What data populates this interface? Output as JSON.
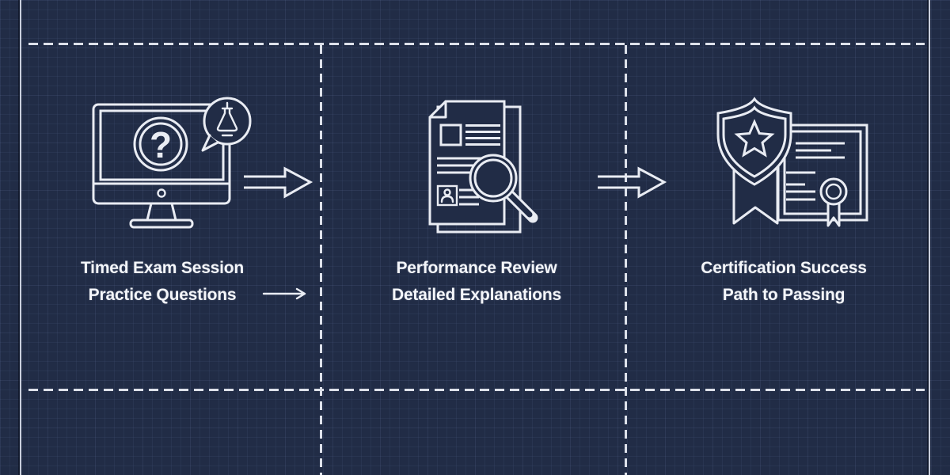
{
  "theme": {
    "background": "#212c46",
    "line_color": "#e9ecf3",
    "dash_color": "#dde1ea",
    "text_color": "#f4f6fa",
    "frame_line_color": "#c9cfdd"
  },
  "figure": {
    "type": "process-flow-diagram",
    "style": "blueprint line-art on navy grid",
    "question_mark": "?",
    "steps": [
      {
        "icon": "monitor-question-chat-flask-icon",
        "line1": "Timed Exam Session",
        "line2": "Practice Questions"
      },
      {
        "icon": "document-magnifier-icon",
        "line1": "Performance Review",
        "line2": "Detailed Explanations"
      },
      {
        "icon": "shield-star-certificate-icon",
        "line1": "Certification Success",
        "line2": "Path to Passing"
      }
    ]
  }
}
